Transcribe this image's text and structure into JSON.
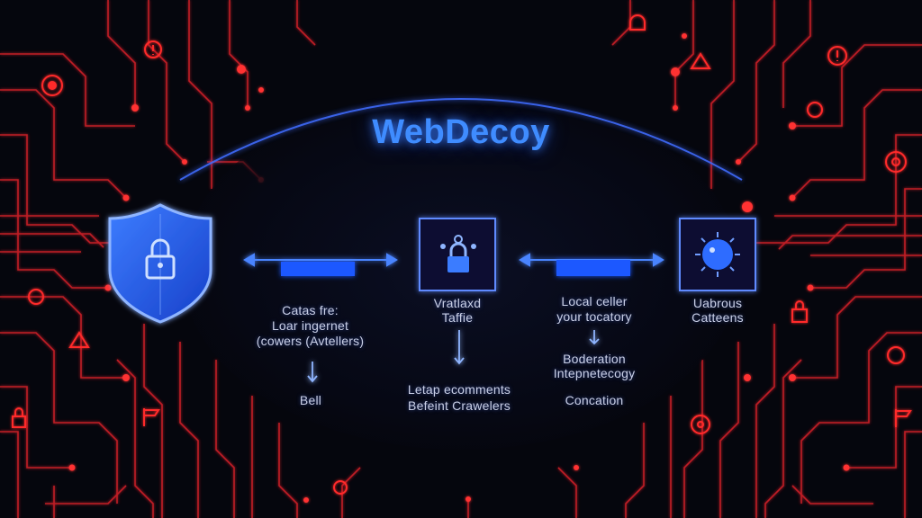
{
  "title": "WebDecoy",
  "colors": {
    "accent": "#3f8cff",
    "circuit": "#ff2a2a",
    "background": "#05060d",
    "label": "#c9cfe6"
  },
  "left_labels": {
    "line1": "Catas fre:",
    "line2": "Loar ingernet",
    "line3": "(cowers (Avtellers)",
    "below": "Bell"
  },
  "center_box": {
    "icon": "lock-network-icon",
    "line1": "Vratlaxd",
    "line2": "Taffie"
  },
  "center_below": {
    "line1": "Letap ecomments",
    "line2": "Befeint Crawelers"
  },
  "mid_right_labels": {
    "line1": "Local celler",
    "line2": "your tocatory",
    "line3": "Boderation",
    "line4": "Intepnetecogy",
    "line5": "Concation"
  },
  "right_box": {
    "icon": "virus-icon",
    "line1": "Uabrous",
    "line2": "Catteens"
  },
  "shield_icon": "shield-lock-icon"
}
